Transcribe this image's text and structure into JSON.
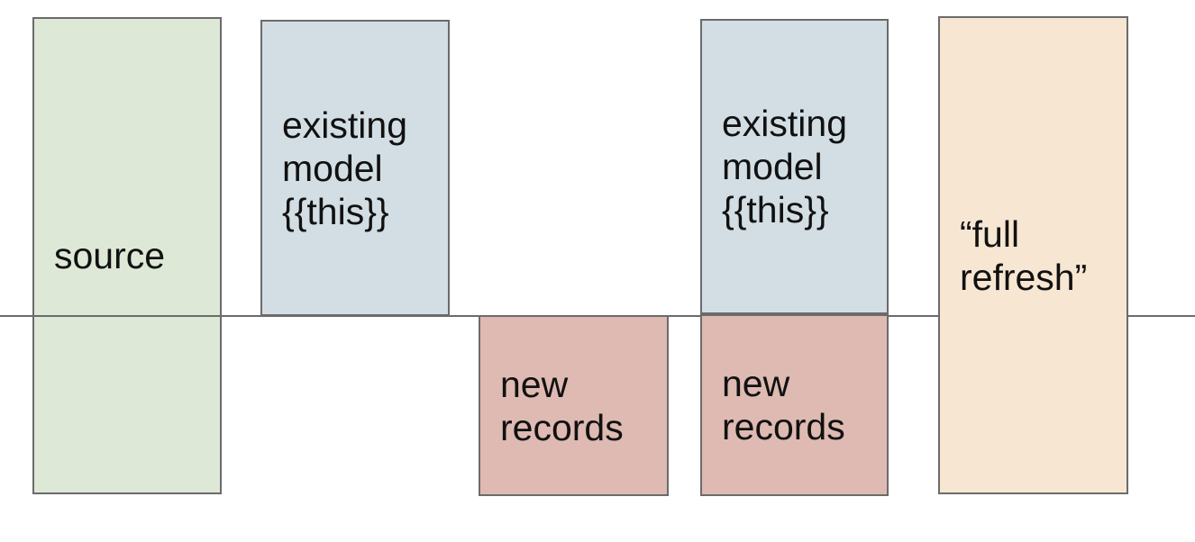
{
  "diagram": {
    "boxes": [
      {
        "id": "source",
        "label": "source",
        "fill": "green"
      },
      {
        "id": "existing-model-1",
        "label": "existing\nmodel\n{{this}}",
        "fill": "blue"
      },
      {
        "id": "new-records-1",
        "label": "new\nrecords",
        "fill": "red"
      },
      {
        "id": "existing-model-2",
        "label": "existing\nmodel\n{{this}}",
        "fill": "blue"
      },
      {
        "id": "new-records-2",
        "label": "new\nrecords",
        "fill": "red"
      },
      {
        "id": "full-refresh",
        "label": "“full\nrefresh”",
        "fill": "orange"
      }
    ],
    "colors": {
      "green": "#dde8d6",
      "blue": "#d2dee3",
      "red": "#debab2",
      "orange": "#f7e6d2",
      "border": "#6b6b6b",
      "line": "#6b6b6b"
    }
  }
}
